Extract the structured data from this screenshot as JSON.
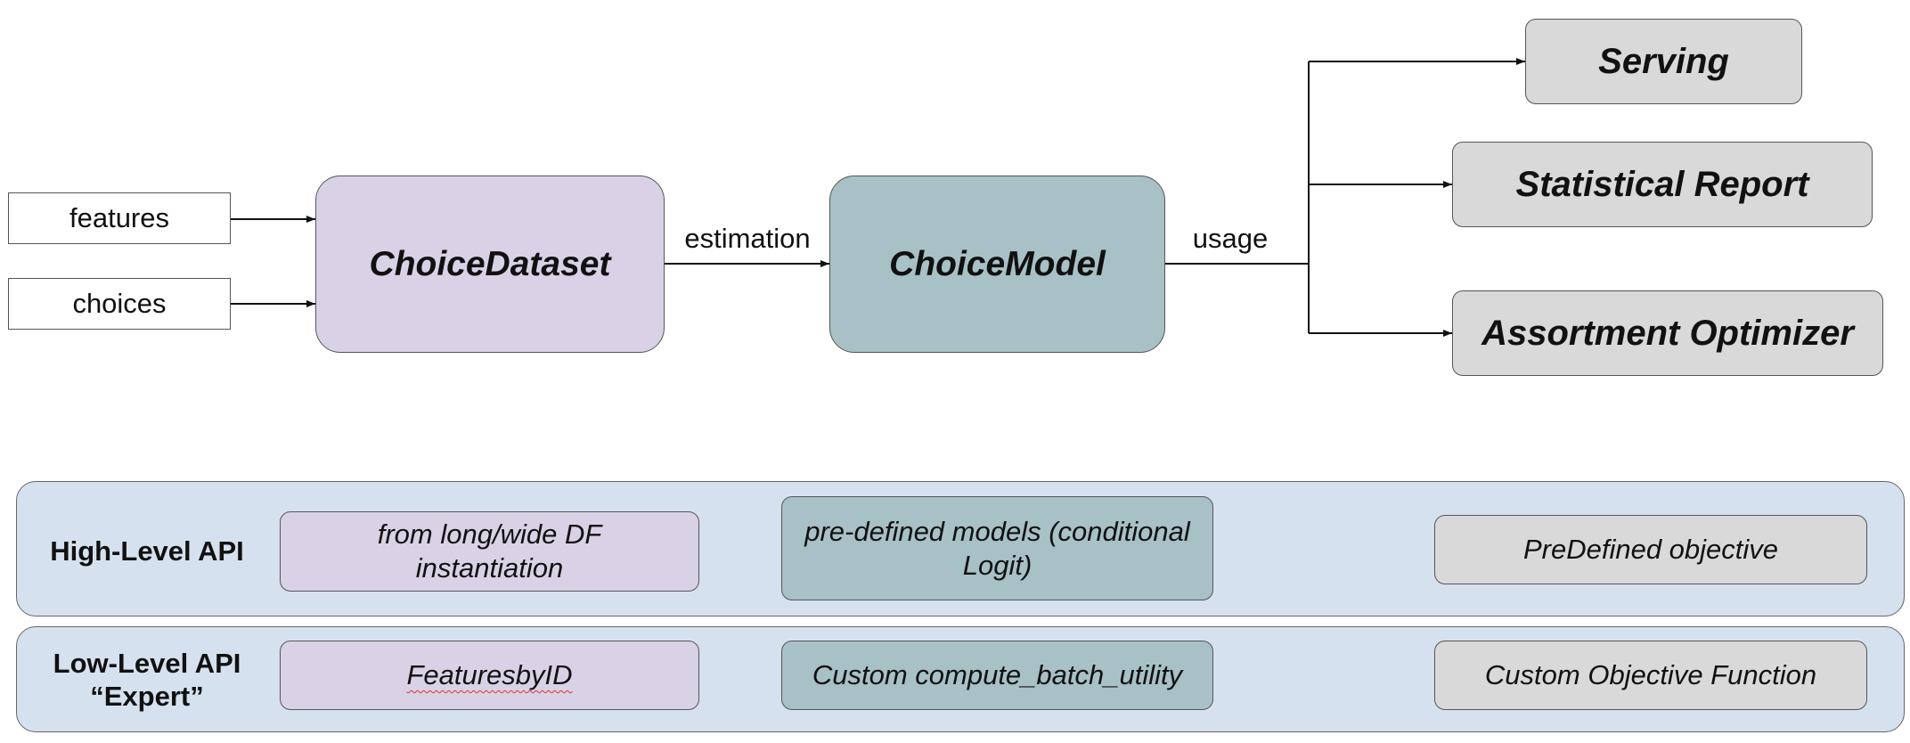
{
  "colors": {
    "dataset_fill": "#d9d2e6",
    "model_fill": "#a7c1c6",
    "output_fill": "#d9d9d9",
    "api_row_fill": "#d6e1ef",
    "stroke": "#555555"
  },
  "inputs": [
    {
      "label": "features"
    },
    {
      "label": "choices"
    }
  ],
  "nodes": {
    "dataset": {
      "label": "ChoiceDataset"
    },
    "model": {
      "label": "ChoiceModel"
    },
    "outputs": [
      {
        "label": "Serving"
      },
      {
        "label": "Statistical Report"
      },
      {
        "label": "Assortment Optimizer"
      }
    ]
  },
  "edge_labels": {
    "estimation": "estimation",
    "usage": "usage"
  },
  "api": {
    "high": {
      "label": "High-Level API",
      "cells": [
        {
          "text": "from long/wide DF instantiation"
        },
        {
          "text": "pre-defined models (conditional Logit)"
        },
        {
          "text": "PreDefined objective"
        }
      ]
    },
    "low": {
      "label_line1": "Low-Level API",
      "label_line2": "“Expert”",
      "cells": [
        {
          "text": "FeaturesbyID"
        },
        {
          "text": "Custom compute_batch_utility"
        },
        {
          "text": "Custom Objective Function"
        }
      ]
    }
  }
}
